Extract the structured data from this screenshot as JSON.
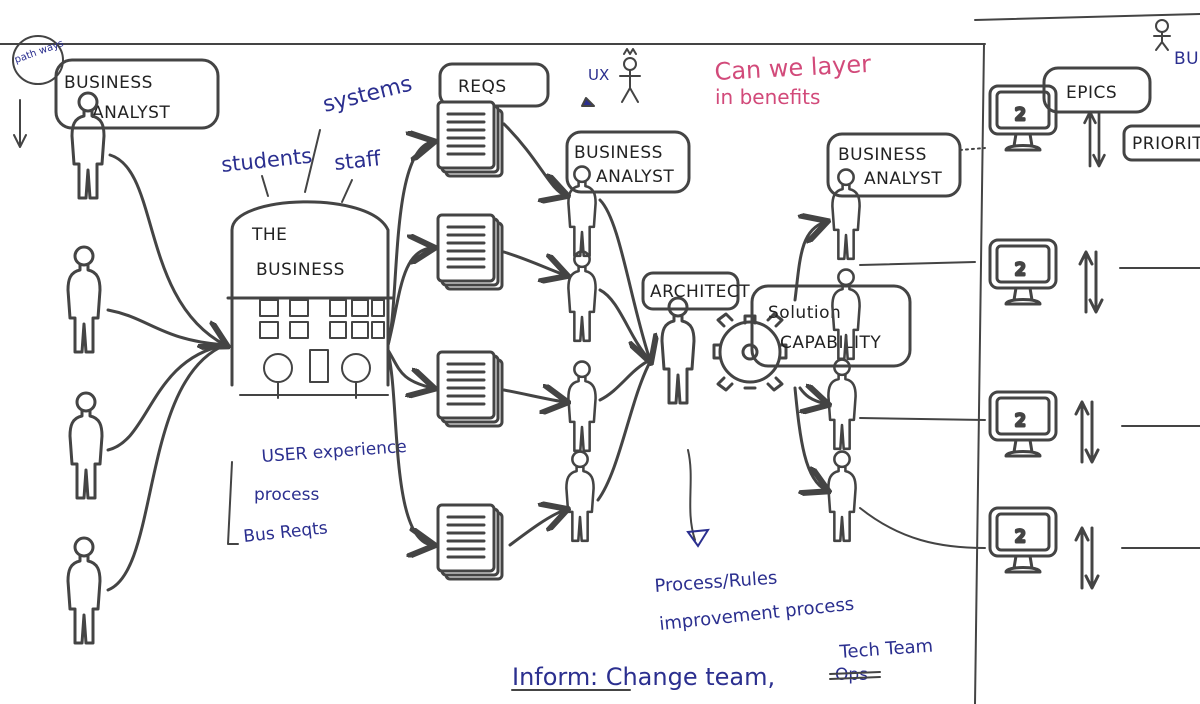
{
  "annotations": {
    "pathways": "path ways",
    "systems": "systems",
    "students": "students",
    "staff": "staff",
    "ux": "UX",
    "layer_benefits_1": "Can we layer",
    "layer_benefits_2": "in benefits",
    "user_experience": "USER experience",
    "process": "process",
    "bus_reqts": "Bus Reqts",
    "process_rules": "Process/Rules",
    "improvement_process": "improvement process",
    "inform_label": "Inform",
    "inform_text": ": Change team,",
    "tech_team": "Tech Team",
    "crossed_word": "Ops"
  },
  "boxes": {
    "ba_left_1": "BUSINESS",
    "ba_left_2": "ANALYST",
    "reqs": "REQS",
    "ba_mid_1": "BUSINESS",
    "ba_mid_2": "ANALYST",
    "ba_right_1": "BUSINESS",
    "ba_right_2": "ANALYST",
    "architect": "ARCHITECT",
    "solution_1": "Solution",
    "solution_2": "CAPABILITY",
    "epics": "EPICS",
    "priority": "PRIORIT",
    "bus_corner": "BUS"
  },
  "building": {
    "title_1": "THE",
    "title_2": "BUSINESS"
  },
  "monitors": [
    "2",
    "2",
    "2",
    "2"
  ],
  "colors": {
    "ink": "#444444",
    "blue_pen": "#2b2f8f",
    "pink_pen": "#d24a7a"
  }
}
